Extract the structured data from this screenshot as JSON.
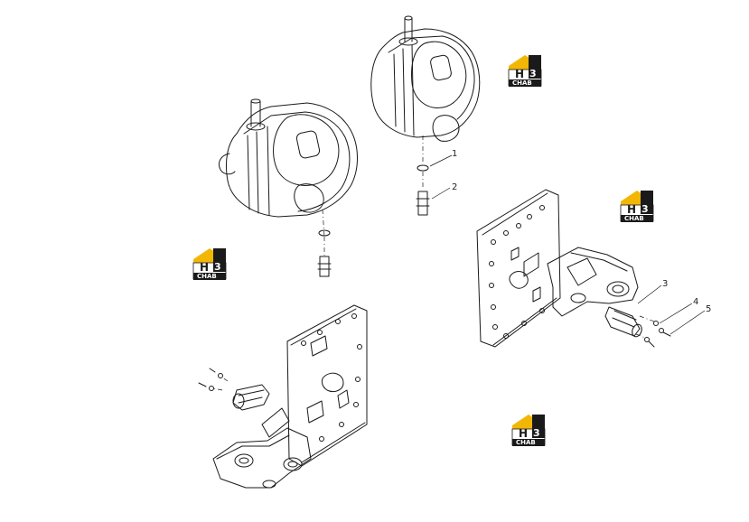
{
  "callouts": [
    "1",
    "2",
    "3",
    "4",
    "5"
  ],
  "watermark": {
    "text": "CHAB",
    "colors": {
      "roof": "#f2b705",
      "body": "#1a1a1a",
      "text": "#ffffff"
    }
  }
}
